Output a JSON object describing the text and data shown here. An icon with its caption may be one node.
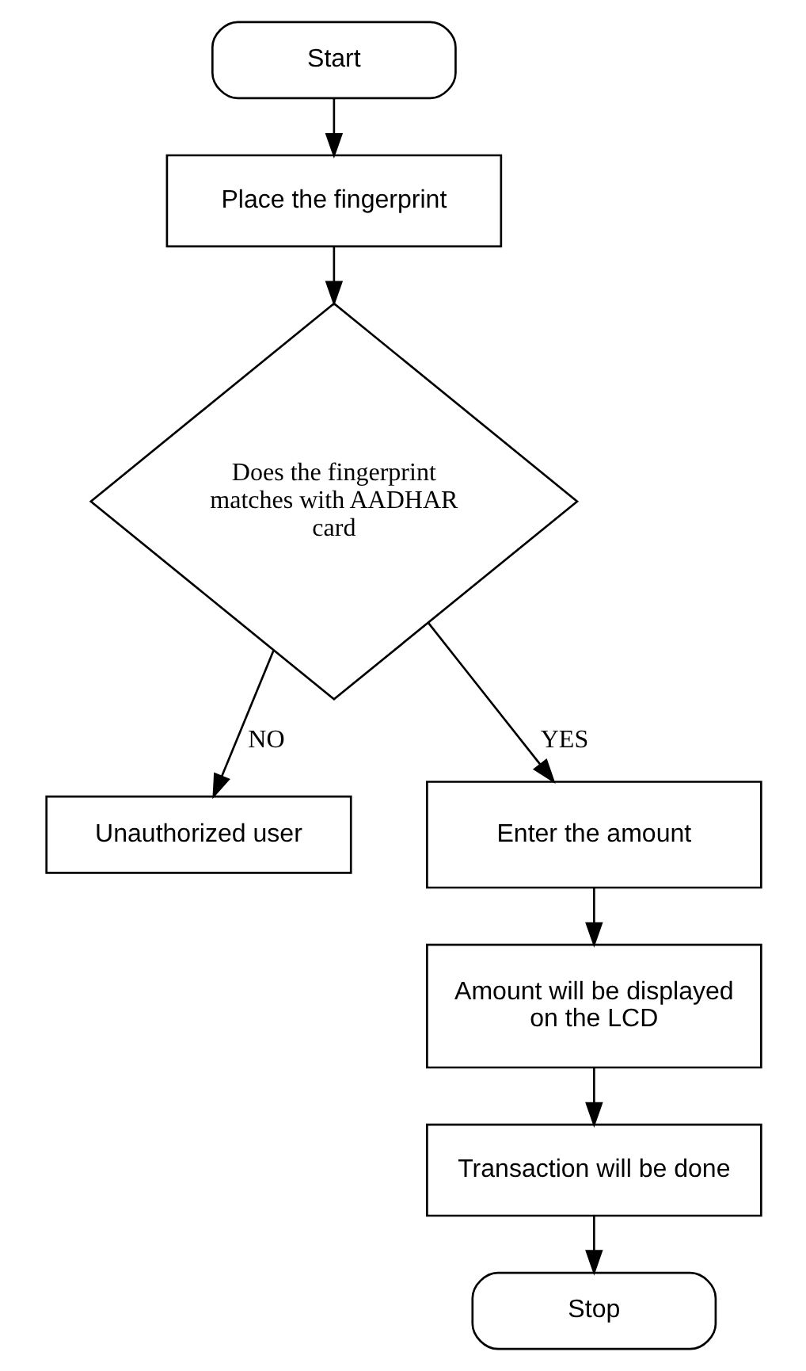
{
  "diagram": {
    "nodes": [
      {
        "text": [
          "Start"
        ]
      },
      {
        "text": [
          "Place the fingerprint"
        ]
      },
      {
        "text": [
          "Does the fingerprint matches with AADHAR card"
        ]
      },
      {
        "text": [
          "Unauthorized user"
        ]
      },
      {
        "text": [
          "Enter the amount"
        ]
      },
      {
        "text": [
          "Amount will be displayed on the LCD"
        ]
      },
      {
        "text": [
          "Transaction will be done"
        ]
      },
      {
        "text": [
          "Stop"
        ]
      }
    ],
    "edges": [
      {
        "from": 0,
        "to": 1,
        "arrow": "to"
      },
      {
        "from": 1,
        "to": 2,
        "arrow": "to"
      },
      {
        "from": 2,
        "to": 3,
        "arrow": "to",
        "label": "NO"
      },
      {
        "from": 2,
        "to": 4,
        "arrow": "to",
        "label": "YES"
      },
      {
        "from": 4,
        "to": 5,
        "arrow": "to"
      },
      {
        "from": 5,
        "to": 6,
        "arrow": "to"
      },
      {
        "from": 6,
        "to": 7,
        "arrow": "to"
      }
    ]
  }
}
